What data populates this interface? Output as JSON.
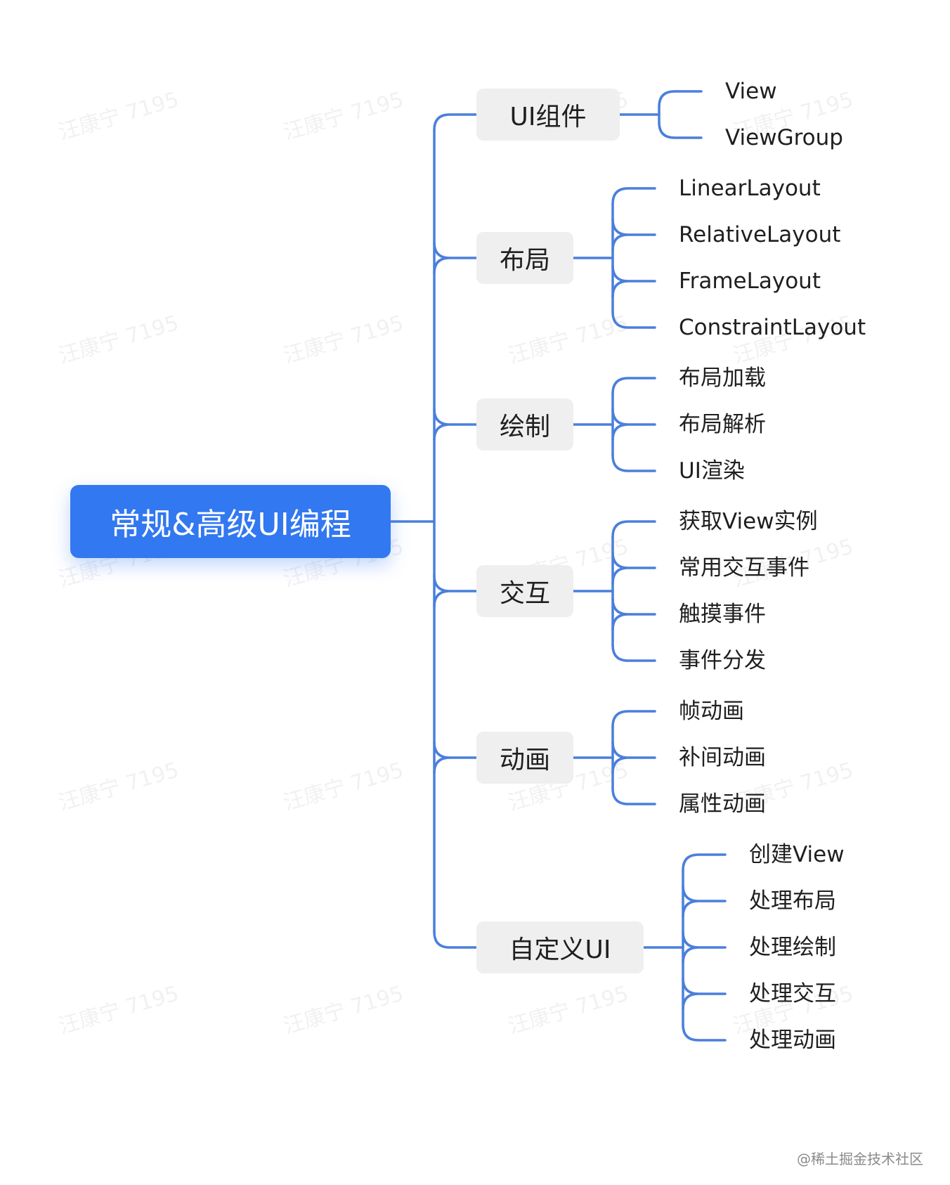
{
  "diagram": {
    "root": {
      "label": "常规&高级UI编程"
    },
    "branches": [
      {
        "label": "UI组件",
        "children": [
          "View",
          "ViewGroup"
        ]
      },
      {
        "label": "布局",
        "children": [
          "LinearLayout",
          "RelativeLayout",
          "FrameLayout",
          "ConstraintLayout"
        ]
      },
      {
        "label": "绘制",
        "children": [
          "布局加载",
          "布局解析",
          "UI渲染"
        ]
      },
      {
        "label": "交互",
        "children": [
          "获取View实例",
          "常用交互事件",
          "触摸事件",
          "事件分发"
        ]
      },
      {
        "label": "动画",
        "children": [
          "帧动画",
          "补间动画",
          "属性动画"
        ]
      },
      {
        "label": "自定义UI",
        "children": [
          "创建View",
          "处理布局",
          "处理绘制",
          "处理交互",
          "处理动画"
        ]
      }
    ]
  },
  "watermark": "汪康宁 7195",
  "credit": "@稀土掘金技术社区",
  "colors": {
    "root_fill": "#3278f0",
    "root_text": "#ffffff",
    "branch_fill": "#efefef",
    "connector": "#4a7fdc",
    "text": "#1f1f1f",
    "watermark": "#9696a0"
  }
}
